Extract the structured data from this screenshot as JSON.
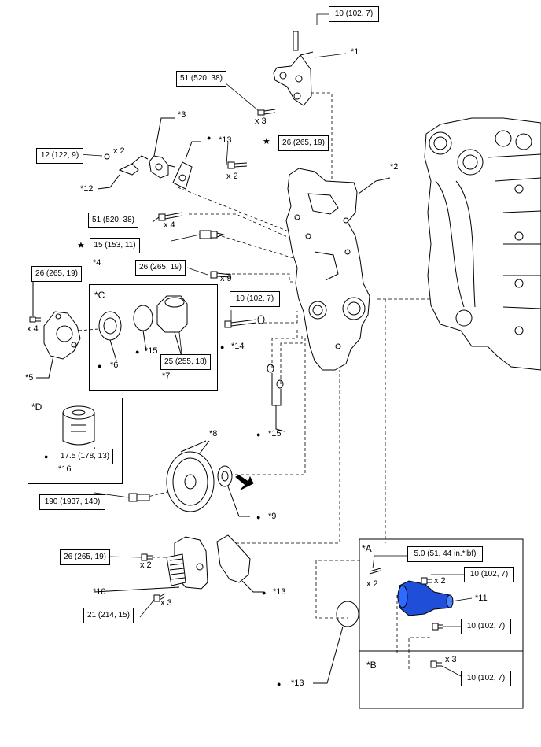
{
  "torque_specs": [
    "10 (102, 7)",
    "51 (520, 38)",
    "26 (265, 19)",
    "12 (122, 9)",
    "51 (520, 38)",
    "15 (153, 11)",
    "26 (265, 19)",
    "26 (265, 19)",
    "10 (102, 7)",
    "25 (255, 18)",
    "17.5 (178, 13)",
    "190 (1937, 140)",
    "26 (265, 19)",
    "21 (214, 15)",
    "5.0 (51, 44 in.*lbf)",
    "10 (102, 7)",
    "10 (102, 7)",
    "10 (102, 7)"
  ],
  "callouts": {
    "c1": "*1",
    "c2": "*2",
    "c3": "*3",
    "c4": "*4",
    "c5": "*5",
    "c6": "*6",
    "c7": "*7",
    "c8": "*8",
    "c9": "*9",
    "c10": "*10",
    "c11": "*11",
    "c12": "*12",
    "c13a": "*13",
    "c13b": "*13",
    "c13c": "*13",
    "c14": "*14",
    "c15a": "*15",
    "c15b": "*15",
    "c16": "*16"
  },
  "quantities": {
    "q_x3a": "x 3",
    "q_x2a": "x 2",
    "q_x2b": "x 2",
    "q_x4a": "x 4",
    "q_x9": "x 9",
    "q_x4b": "x 4",
    "q_x2c": "x 2",
    "q_x3b": "x 3",
    "q_x2d": "x 2",
    "q_x2e": "x 2",
    "q_x3c": "x 3"
  },
  "groups": {
    "gC": "*C",
    "gD": "*D",
    "gA": "*A",
    "gB": "*B"
  },
  "symbols": {
    "bullet": "●",
    "star": "★"
  },
  "colors": {
    "line": "#000000",
    "part_fill": "#ffffff",
    "highlight_part": "#1f4fd8"
  }
}
